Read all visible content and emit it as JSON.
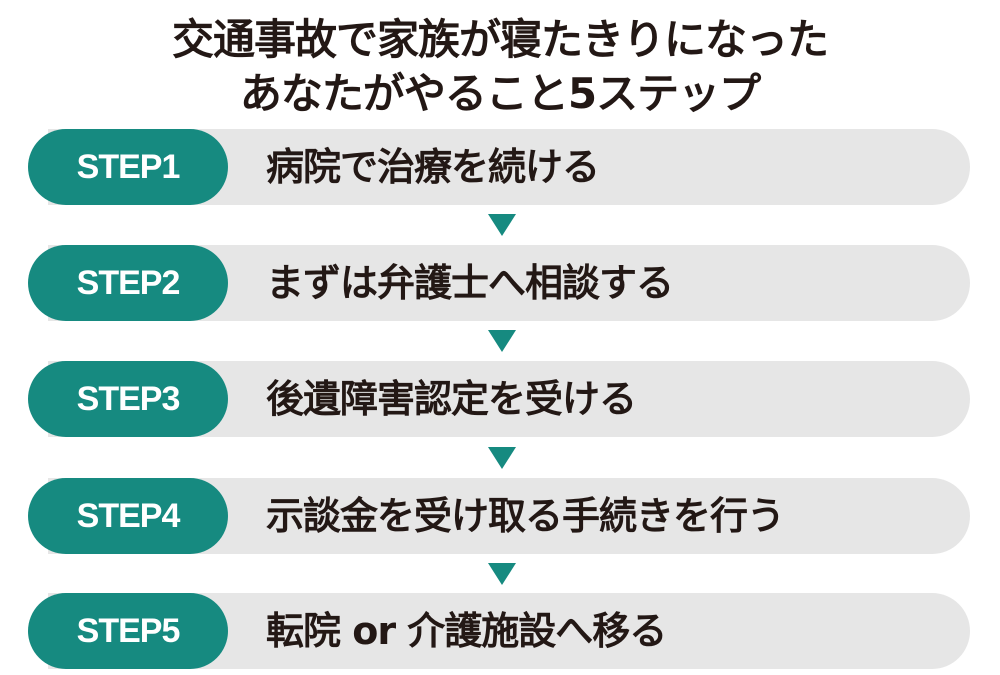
{
  "title": {
    "line1": "交通事故で家族が寝たきりになった",
    "line2": "あなたがやること5ステップ"
  },
  "colors": {
    "accent": "#168a80",
    "bar": "#e6e6e6",
    "text": "#231815"
  },
  "steps": [
    {
      "badge": "STEP1",
      "text": "病院で治療を続ける"
    },
    {
      "badge": "STEP2",
      "text": "まずは弁護士へ相談する"
    },
    {
      "badge": "STEP3",
      "text": "後遺障害認定を受ける"
    },
    {
      "badge": "STEP4",
      "text": "示談金を受け取る手続きを行う"
    },
    {
      "badge": "STEP5",
      "text": "転院 or 介護施設へ移る"
    }
  ]
}
